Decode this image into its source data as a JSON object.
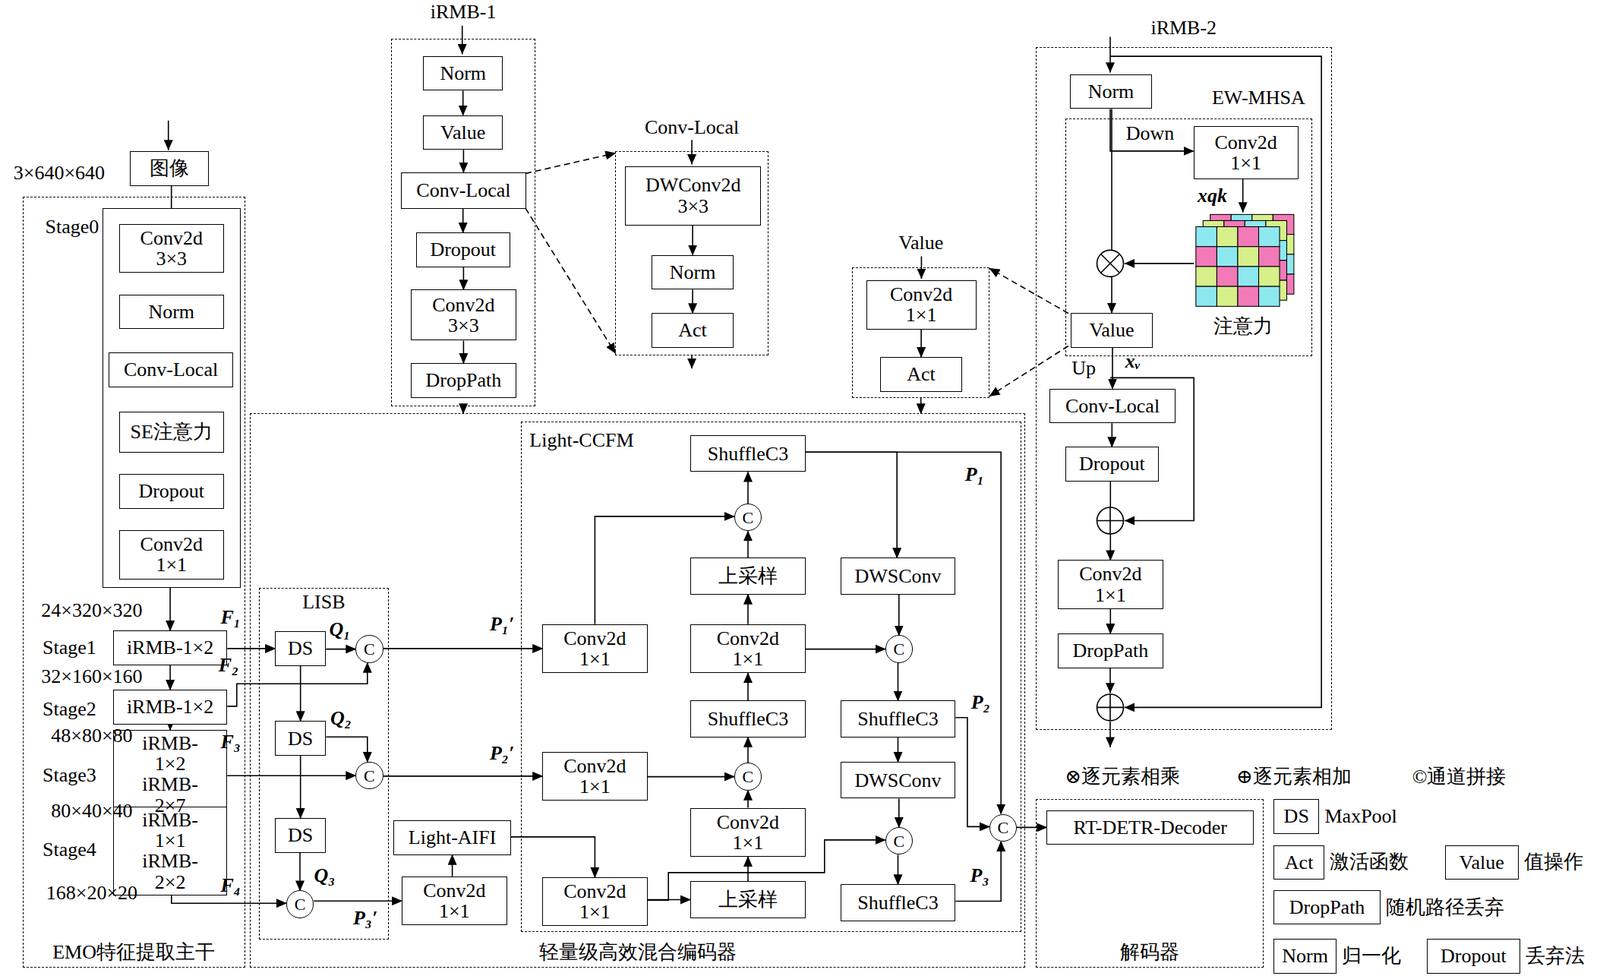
{
  "diagram": {
    "nodes": [
      {
        "text": [
          "图像"
        ]
      },
      {
        "text": [
          "EMO特征提取主干"
        ]
      },
      {
        "text": [
          "Stage0"
        ],
        "in": 1
      },
      {
        "text": [
          "Conv2d 3×3"
        ],
        "in": 2
      },
      {
        "text": [
          "Norm"
        ],
        "in": 2
      },
      {
        "text": [
          "Conv-Local"
        ],
        "in": 2
      },
      {
        "text": [
          "SE注意力"
        ],
        "in": 2
      },
      {
        "text": [
          "Dropout"
        ],
        "in": 2
      },
      {
        "text": [
          "Conv2d 1×1"
        ],
        "in": 2
      },
      {
        "text": [
          "iRMB-1×2"
        ],
        "in": 1
      },
      {
        "text": [
          "iRMB-1×2"
        ],
        "in": 1
      },
      {
        "text": [
          "iRMB-1×2 iRMB-2×7"
        ],
        "in": 1
      },
      {
        "text": [
          "iRMB-1×1 iRMB-2×2"
        ],
        "in": 1
      },
      {
        "text": [
          "iRMB-1"
        ]
      },
      {
        "text": [
          "Norm"
        ],
        "in": 13
      },
      {
        "text": [
          "Value"
        ],
        "in": 13
      },
      {
        "text": [
          "Conv-Local"
        ],
        "in": 13
      },
      {
        "text": [
          "Dropout"
        ],
        "in": 13
      },
      {
        "text": [
          "Conv2d 3×3"
        ],
        "in": 13
      },
      {
        "text": [
          "DropPath"
        ],
        "in": 13
      },
      {
        "text": [
          "Conv-Local"
        ]
      },
      {
        "text": [
          "DWConv2d 3×3"
        ],
        "in": 20
      },
      {
        "text": [
          "Norm"
        ],
        "in": 20
      },
      {
        "text": [
          "Act"
        ],
        "in": 20
      },
      {
        "text": [
          "Value"
        ]
      },
      {
        "text": [
          "Conv2d 1×1"
        ],
        "in": 24
      },
      {
        "text": [
          "Act"
        ],
        "in": 24
      },
      {
        "text": [
          "轻量级高效混合编码器"
        ]
      },
      {
        "text": [
          "LISB"
        ],
        "in": 27
      },
      {
        "text": [
          "DS"
        ],
        "in": 28
      },
      {
        "text": [
          "DS"
        ],
        "in": 28
      },
      {
        "text": [
          "DS"
        ],
        "in": 28
      },
      {
        "text": [
          "C"
        ],
        "in": 28
      },
      {
        "text": [
          "C"
        ],
        "in": 28
      },
      {
        "text": [
          "C"
        ],
        "in": 28
      },
      {
        "text": [
          "Light-AIFI"
        ],
        "in": 27
      },
      {
        "text": [
          "Conv2d 1×1"
        ],
        "in": 27
      },
      {
        "text": [
          "Light-CCFM"
        ],
        "in": 27
      },
      {
        "text": [
          "Conv2d 1×1"
        ],
        "in": 37
      },
      {
        "text": [
          "Conv2d 1×1"
        ],
        "in": 37
      },
      {
        "text": [
          "Conv2d 1×1"
        ],
        "in": 37
      },
      {
        "text": [
          "上采样"
        ],
        "in": 37
      },
      {
        "text": [
          "Conv2d 1×1"
        ],
        "in": 37
      },
      {
        "text": [
          "C"
        ],
        "in": 37
      },
      {
        "text": [
          "ShuffleC3"
        ],
        "in": 37
      },
      {
        "text": [
          "Conv2d 1×1"
        ],
        "in": 37
      },
      {
        "text": [
          "上采样"
        ],
        "in": 37
      },
      {
        "text": [
          "C"
        ],
        "in": 37
      },
      {
        "text": [
          "ShuffleC3"
        ],
        "in": 37
      },
      {
        "text": [
          "DWSConv"
        ],
        "in": 37
      },
      {
        "text": [
          "C"
        ],
        "in": 37
      },
      {
        "text": [
          "ShuffleC3"
        ],
        "in": 37
      },
      {
        "text": [
          "DWSConv"
        ],
        "in": 37
      },
      {
        "text": [
          "C"
        ],
        "in": 37
      },
      {
        "text": [
          "ShuffleC3"
        ],
        "in": 37
      },
      {
        "text": [
          "C"
        ],
        "in": 37
      },
      {
        "text": [
          "解码器"
        ]
      },
      {
        "text": [
          "RT-DETR-Decoder"
        ],
        "in": 56
      },
      {
        "text": [
          "iRMB-2"
        ]
      },
      {
        "text": [
          "Norm"
        ],
        "in": 58
      },
      {
        "text": [
          "EW-MHSA"
        ],
        "in": 58
      },
      {
        "text": [
          "Conv2d 1×1"
        ],
        "in": 60
      },
      {
        "text": [
          "Value"
        ],
        "in": 60
      },
      {
        "text": [
          "Conv-Local"
        ],
        "in": 58
      },
      {
        "text": [
          "Dropout"
        ],
        "in": 58
      },
      {
        "text": [
          "Conv2d 1×1"
        ],
        "in": 58
      },
      {
        "text": [
          "DropPath"
        ],
        "in": 58
      },
      {
        "text": [
          "DS",
          "MaxPool"
        ]
      },
      {
        "text": [
          "Act",
          "激活函数"
        ]
      },
      {
        "text": [
          "Value",
          "值操作"
        ]
      },
      {
        "text": [
          "DropPath",
          "随机路径丢弃"
        ]
      },
      {
        "text": [
          "Norm",
          "归一化"
        ]
      },
      {
        "text": [
          "Dropout",
          "丢弃法"
        ]
      }
    ],
    "edges": [
      {
        "from": 0,
        "to": 3,
        "arrow": "to"
      },
      {
        "from": 3,
        "to": 4,
        "arrow": "to"
      },
      {
        "from": 4,
        "to": 5,
        "arrow": "to"
      },
      {
        "from": 5,
        "to": 6,
        "arrow": "to"
      },
      {
        "from": 6,
        "to": 7,
        "arrow": "to"
      },
      {
        "from": 7,
        "to": 8,
        "arrow": "to"
      },
      {
        "from": 8,
        "to": 9,
        "arrow": "to"
      },
      {
        "from": 9,
        "to": 10,
        "arrow": "to"
      },
      {
        "from": 10,
        "to": 11,
        "arrow": "to"
      },
      {
        "from": 11,
        "to": 12,
        "arrow": "to"
      },
      {
        "from": 9,
        "to": 29,
        "arrow": "to"
      },
      {
        "from": 10,
        "to": 32,
        "arrow": "to"
      },
      {
        "from": 11,
        "to": 33,
        "arrow": "to"
      },
      {
        "from": 12,
        "to": 34,
        "arrow": "to"
      },
      {
        "from": 29,
        "to": 30,
        "arrow": "to"
      },
      {
        "from": 30,
        "to": 31,
        "arrow": "to"
      },
      {
        "from": 29,
        "to": 32,
        "arrow": "to"
      },
      {
        "from": 30,
        "to": 33,
        "arrow": "to"
      },
      {
        "from": 31,
        "to": 34,
        "arrow": "to"
      },
      {
        "from": 32,
        "to": 38,
        "arrow": "to"
      },
      {
        "from": 33,
        "to": 39,
        "arrow": "to"
      },
      {
        "from": 34,
        "to": 36,
        "arrow": "to"
      },
      {
        "from": 36,
        "to": 35,
        "arrow": "to"
      },
      {
        "from": 35,
        "to": 40,
        "arrow": "to"
      },
      {
        "from": 38,
        "to": 47,
        "arrow": "to"
      },
      {
        "from": 39,
        "to": 43,
        "arrow": "to"
      },
      {
        "from": 40,
        "to": 41,
        "arrow": "to"
      },
      {
        "from": 40,
        "to": 53,
        "arrow": "to"
      },
      {
        "from": 41,
        "to": 42,
        "arrow": "to"
      },
      {
        "from": 42,
        "to": 43,
        "arrow": "to"
      },
      {
        "from": 43,
        "to": 44,
        "arrow": "to"
      },
      {
        "from": 44,
        "to": 45,
        "arrow": "to"
      },
      {
        "from": 45,
        "to": 46,
        "arrow": "to"
      },
      {
        "from": 46,
        "to": 47,
        "arrow": "to"
      },
      {
        "from": 47,
        "to": 48,
        "arrow": "to"
      },
      {
        "from": 45,
        "to": 50,
        "arrow": "to"
      },
      {
        "from": 48,
        "to": 49,
        "arrow": "to"
      },
      {
        "from": 48,
        "to": 55,
        "arrow": "to"
      },
      {
        "from": 49,
        "to": 50,
        "arrow": "to"
      },
      {
        "from": 50,
        "to": 51,
        "arrow": "to"
      },
      {
        "from": 51,
        "to": 52,
        "arrow": "to"
      },
      {
        "from": 52,
        "to": 53,
        "arrow": "to"
      },
      {
        "from": 53,
        "to": 54,
        "arrow": "to"
      },
      {
        "from": 51,
        "to": 55,
        "arrow": "to"
      },
      {
        "from": 54,
        "to": 55,
        "arrow": "to"
      },
      {
        "from": 55,
        "to": 57,
        "arrow": "to"
      },
      {
        "from": 14,
        "to": 15,
        "arrow": "to"
      },
      {
        "from": 15,
        "to": 16,
        "arrow": "to"
      },
      {
        "from": 16,
        "to": 17,
        "arrow": "to"
      },
      {
        "from": 17,
        "to": 18,
        "arrow": "to"
      },
      {
        "from": 18,
        "to": 19,
        "arrow": "to"
      },
      {
        "from": 13,
        "to": 27,
        "arrow": "to"
      },
      {
        "from": 16,
        "to": 20,
        "arrow": "to"
      },
      {
        "from": 16,
        "to": 20,
        "arrow": "to"
      },
      {
        "from": 21,
        "to": 22,
        "arrow": "to"
      },
      {
        "from": 22,
        "to": 23,
        "arrow": "to"
      },
      {
        "from": 25,
        "to": 26,
        "arrow": "to"
      },
      {
        "from": 62,
        "to": 24,
        "arrow": "to"
      },
      {
        "from": 62,
        "to": 24,
        "arrow": "to"
      },
      {
        "from": 24,
        "to": 27,
        "arrow": "to"
      },
      {
        "from": 59,
        "to": 62,
        "arrow": "to"
      },
      {
        "from": 59,
        "to": 61,
        "arrow": "to"
      },
      {
        "from": 62,
        "to": 63,
        "arrow": "to"
      },
      {
        "from": 63,
        "to": 64,
        "arrow": "to"
      },
      {
        "from": 64,
        "to": 65,
        "arrow": "to"
      },
      {
        "from": 65,
        "to": 66,
        "arrow": "to"
      }
    ],
    "labels": [
      "3×640×640",
      "24×320×320",
      "Stage1",
      "F₁",
      "32×160×160",
      "Stage2",
      "F₂",
      "48×80×80",
      "Stage3",
      "F₃",
      "80×40×40",
      "Stage4",
      "168×20×20",
      "F₄",
      "Q₁",
      "Q₂",
      "Q₃",
      "P₁′",
      "P₂′",
      "P₃′",
      "P₁",
      "P₂",
      "P₃",
      "Down",
      "xqk",
      "注意力",
      "Up",
      "xᵥ",
      "⊗逐元素相乘",
      "⊕逐元素相加",
      "©通道拼接"
    ]
  }
}
